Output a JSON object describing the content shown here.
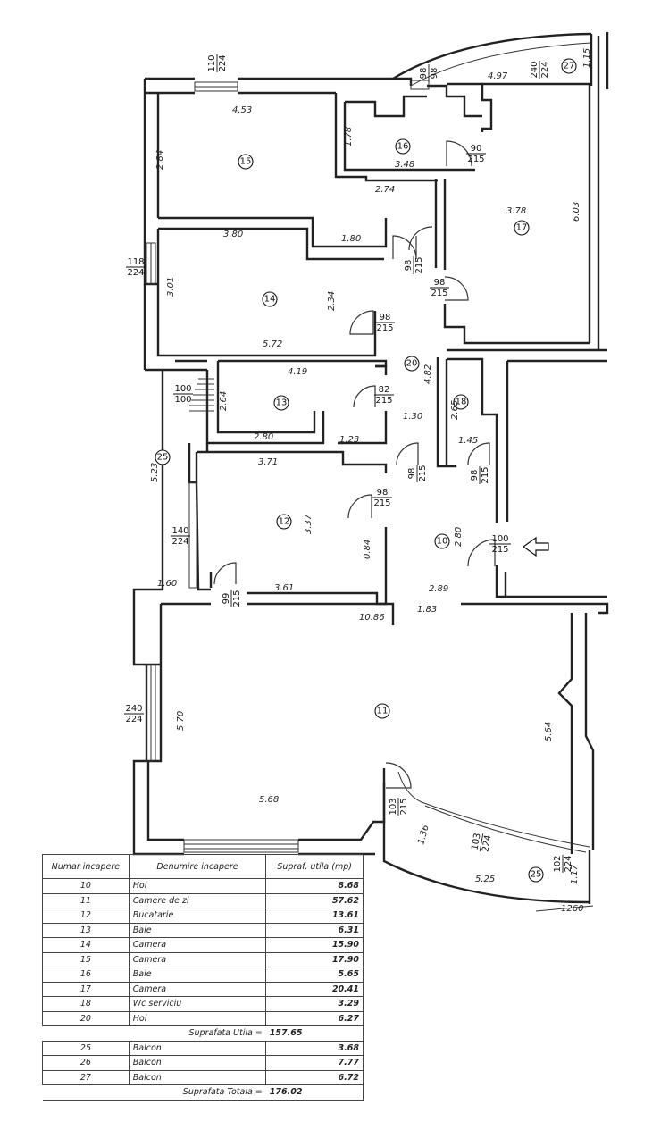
{
  "rooms": [
    {
      "id": "room-10",
      "num": "10"
    },
    {
      "id": "room-11",
      "num": "11"
    },
    {
      "id": "room-12",
      "num": "12"
    },
    {
      "id": "room-13",
      "num": "13"
    },
    {
      "id": "room-14",
      "num": "14"
    },
    {
      "id": "room-15",
      "num": "15"
    },
    {
      "id": "room-16",
      "num": "16"
    },
    {
      "id": "room-17",
      "num": "17"
    },
    {
      "id": "room-18",
      "num": "18"
    },
    {
      "id": "room-20",
      "num": "20"
    },
    {
      "id": "room-25a",
      "num": "25"
    },
    {
      "id": "room-25b",
      "num": "25"
    },
    {
      "id": "room-27",
      "num": "27"
    }
  ],
  "dimensions": [
    "4.53",
    "2.84",
    "1.78",
    "3.48",
    "2.74",
    "4.97",
    "1.15",
    "3.78",
    "6.03",
    "3.80",
    "1.80",
    "3.01",
    "2.34",
    "5.72",
    "4.19",
    "2.64",
    "2.80",
    "1.23",
    "4.82",
    "1.30",
    "2.65",
    "1.45",
    "3.71",
    "5.23",
    "3.37",
    "0.84",
    "2.80",
    "1.60",
    "3.61",
    "2.89",
    "1.83",
    "10.86",
    "5.70",
    "5.68",
    "5.64",
    "1.36",
    "5.25",
    "1.17"
  ],
  "openings": [
    {
      "top": "110",
      "bottom": "224"
    },
    {
      "top": "98",
      "bottom": "98"
    },
    {
      "top": "90",
      "bottom": "215"
    },
    {
      "top": "240",
      "bottom": "224"
    },
    {
      "top": "118",
      "bottom": "224"
    },
    {
      "top": "98",
      "bottom": "215"
    },
    {
      "top": "98",
      "bottom": "215"
    },
    {
      "top": "98",
      "bottom": "215"
    },
    {
      "top": "100",
      "bottom": "100"
    },
    {
      "top": "82",
      "bottom": "215"
    },
    {
      "top": "98",
      "bottom": "215"
    },
    {
      "top": "98",
      "bottom": "215"
    },
    {
      "top": "98",
      "bottom": "215"
    },
    {
      "top": "140",
      "bottom": "224"
    },
    {
      "top": "100",
      "bottom": "215"
    },
    {
      "top": "99",
      "bottom": "215"
    },
    {
      "top": "240",
      "bottom": "224"
    },
    {
      "top": "103",
      "bottom": "215"
    },
    {
      "top": "103",
      "bottom": "224"
    },
    {
      "top": "102",
      "bottom": "224"
    }
  ],
  "edge_note": "1260",
  "table": {
    "headers": {
      "nr": "Numar incapere",
      "den": "Denumire incapere",
      "sup": "Supraf. utila (mp)"
    },
    "rows": [
      {
        "nr": "10",
        "den": "Hol",
        "sup": "8.68"
      },
      {
        "nr": "11",
        "den": "Camere de zi",
        "sup": "57.62"
      },
      {
        "nr": "12",
        "den": "Bucatarie",
        "sup": "13.61"
      },
      {
        "nr": "13",
        "den": "Baie",
        "sup": "6.31"
      },
      {
        "nr": "14",
        "den": "Camera",
        "sup": "15.90"
      },
      {
        "nr": "15",
        "den": "Camera",
        "sup": "17.90"
      },
      {
        "nr": "16",
        "den": "Baie",
        "sup": "5.65"
      },
      {
        "nr": "17",
        "den": "Camera",
        "sup": "20.41"
      },
      {
        "nr": "18",
        "den": "Wc serviciu",
        "sup": "3.29"
      },
      {
        "nr": "20",
        "den": "Hol",
        "sup": "6.27"
      }
    ],
    "util_label": "Suprafata Utila =",
    "util_value": "157.65",
    "balconies": [
      {
        "nr": "25",
        "den": "Balcon",
        "sup": "3.68"
      },
      {
        "nr": "26",
        "den": "Balcon",
        "sup": "7.77"
      },
      {
        "nr": "27",
        "den": "Balcon",
        "sup": "6.72"
      }
    ],
    "total_label": "Suprafata Totala =",
    "total_value": "176.02"
  }
}
